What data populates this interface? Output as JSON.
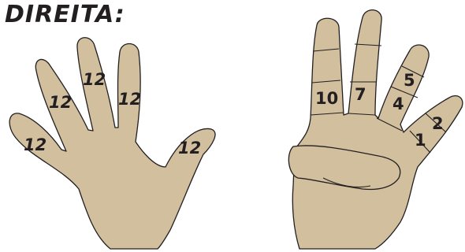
{
  "title": "DIREITA:",
  "colors": {
    "skin": "#d1bf9e",
    "outline": "#231f20",
    "text": "#231f20"
  },
  "left_hand": {
    "labels": {
      "pinky": "12",
      "ring": "12",
      "middle": "12",
      "index": "12",
      "thumb": "12"
    }
  },
  "right_hand": {
    "labels": {
      "thumb_tip": "2",
      "thumb_base": "1",
      "index_tip": "5",
      "index_mid": "4",
      "middle": "7",
      "ring": "10"
    }
  }
}
